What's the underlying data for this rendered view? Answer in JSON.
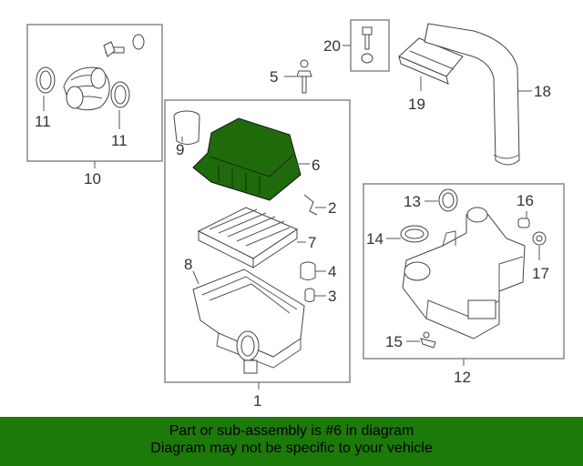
{
  "labels": {
    "l1": "1",
    "l2": "2",
    "l3": "3",
    "l4": "4",
    "l5": "5",
    "l6": "6",
    "l7": "7",
    "l8": "8",
    "l9": "9",
    "l10": "10",
    "l11a": "11",
    "l11b": "11",
    "l12": "12",
    "l13": "13",
    "l14": "14",
    "l15": "15",
    "l16": "16",
    "l17": "17",
    "l18": "18",
    "l19": "19",
    "l20": "20"
  },
  "highlight_color": "#1f6b0c",
  "banner": {
    "line1": "Part or sub-assembly is #6 in diagram",
    "line2": "Diagram may not be specific to your vehicle",
    "color": "#1c7a09"
  }
}
